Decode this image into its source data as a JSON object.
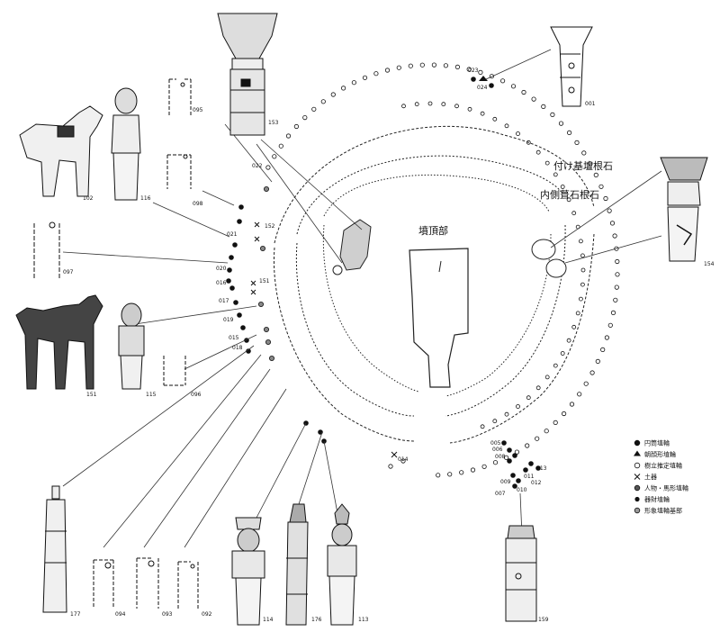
{
  "labels": {
    "mound_top": "墳頂部",
    "outer_stones": "付け基壇根石",
    "inner_stones": "内側葺石根石"
  },
  "legend": [
    {
      "symbol": "filled-circle",
      "text": "円筒埴輪"
    },
    {
      "symbol": "triangle",
      "text": "朝顔形埴輪"
    },
    {
      "symbol": "open-circle",
      "text": "樹立推定埴輪"
    },
    {
      "symbol": "cross",
      "text": "土器"
    },
    {
      "symbol": "dotted-circle",
      "text": "人物・馬形埴輪"
    },
    {
      "symbol": "bullet",
      "text": "器財埴輪"
    },
    {
      "symbol": "gray-circle",
      "text": "形象埴輪基部"
    }
  ],
  "position_ids": {
    "p023": "023",
    "p024": "024",
    "p022": "022",
    "p152": "152",
    "p021": "021",
    "p020": "020",
    "p016": "016",
    "p017": "017",
    "p151": "151",
    "p019": "019",
    "p015": "015",
    "p018": "018",
    "p014": "014",
    "p005": "005",
    "p006": "006",
    "p008": "008",
    "p009": "009",
    "p007": "007",
    "p010": "010",
    "p011": "011",
    "p012": "012",
    "p013": "013"
  },
  "figures": {
    "f001": "001",
    "f153": "153",
    "f095": "095",
    "f102": "102",
    "f116": "116",
    "f098": "098",
    "f097": "097",
    "f154": "154",
    "f151": "151",
    "f115": "115",
    "f096": "096",
    "f177": "177",
    "f094": "094",
    "f093": "093",
    "f092": "092",
    "f114": "114",
    "f176": "176",
    "f113": "113",
    "f159": "159"
  }
}
